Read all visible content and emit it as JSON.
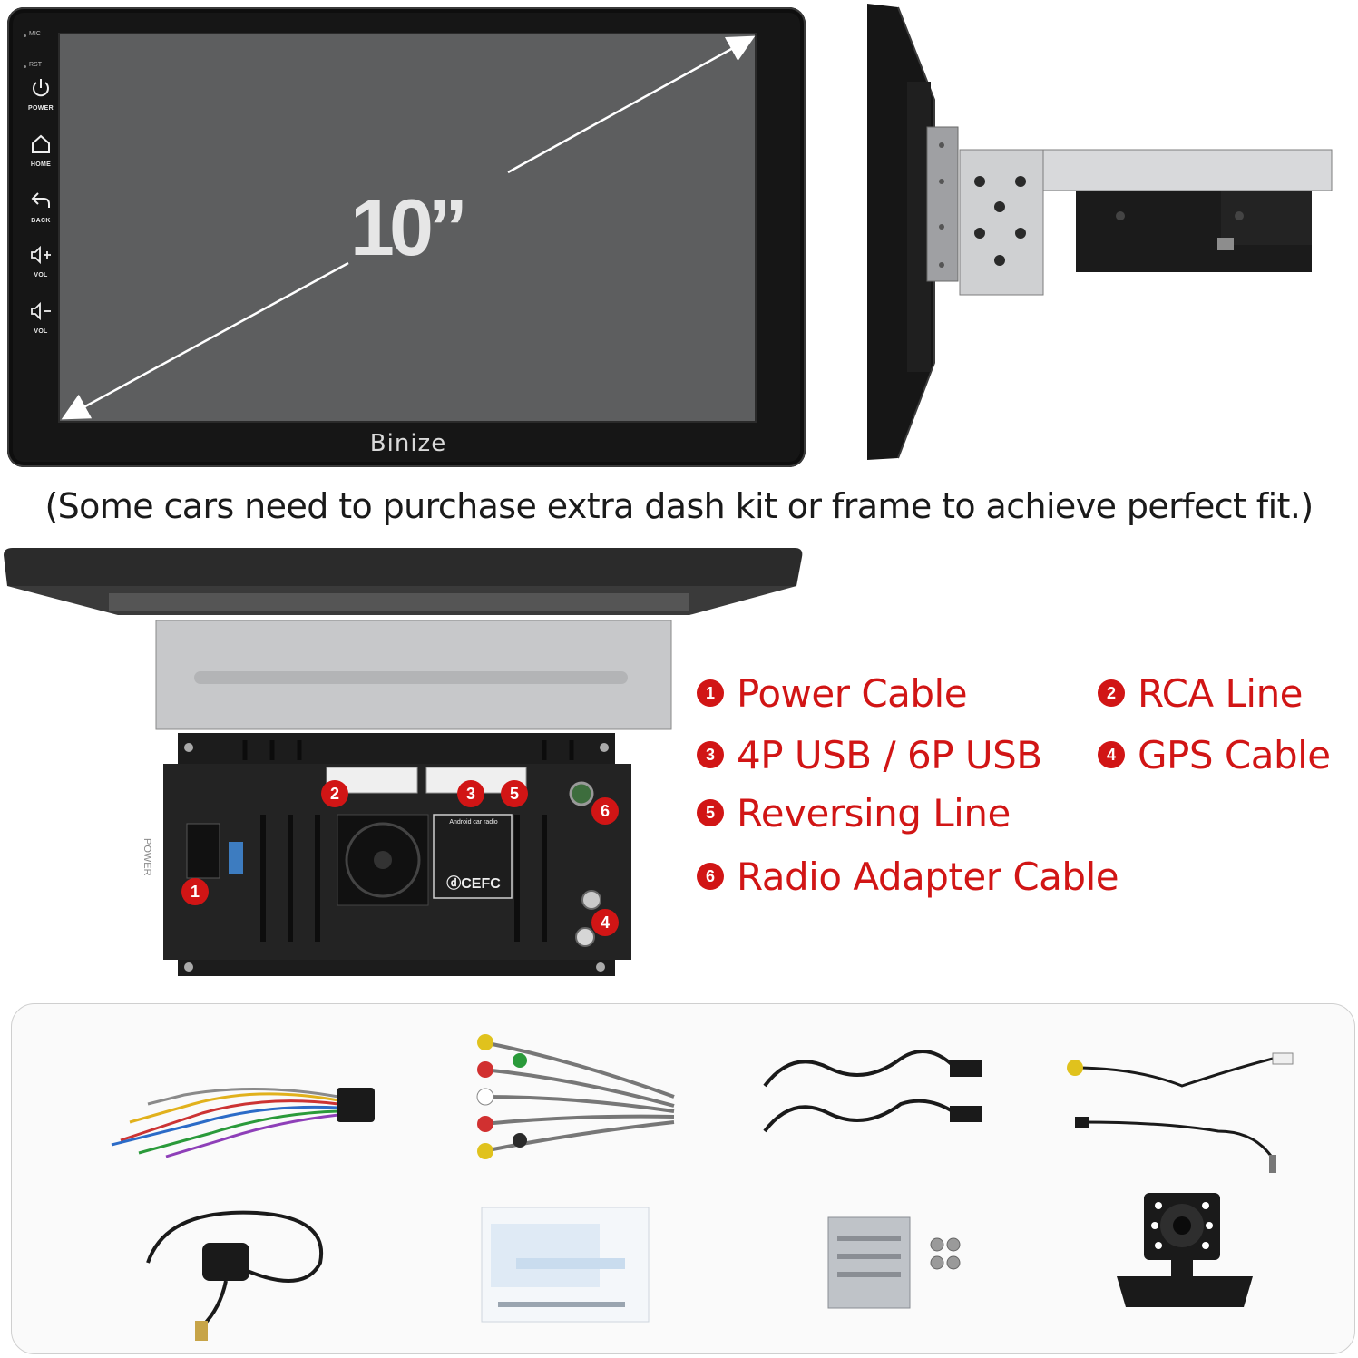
{
  "front": {
    "mic_label": "MIC",
    "rst_label": "RST",
    "buttons": [
      {
        "icon": "power-icon",
        "label": "POWER"
      },
      {
        "icon": "home-icon",
        "label": "HOME"
      },
      {
        "icon": "back-icon",
        "label": "BACK"
      },
      {
        "icon": "volume-up-icon",
        "label": "VOL"
      },
      {
        "icon": "volume-down-icon",
        "label": "VOL"
      }
    ],
    "screen_size": "10”",
    "brand": "Binize"
  },
  "caption": "(Some cars need to purchase extra dash kit or frame to achieve perfect fit.)",
  "rear": {
    "markers": [
      "1",
      "2",
      "3",
      "4",
      "5",
      "6"
    ],
    "sticker_title": "Android car radio",
    "sticker_marks": "ⓓCEFC",
    "power_label": "POWER"
  },
  "legend": [
    {
      "num": "1",
      "text": "Power Cable"
    },
    {
      "num": "2",
      "text": "RCA Line"
    },
    {
      "num": "3",
      "text": "4P USB / 6P USB"
    },
    {
      "num": "4",
      "text": "GPS Cable"
    },
    {
      "num": "5",
      "text": "Reversing Line"
    },
    {
      "num": "6",
      "text": "Radio Adapter Cable"
    }
  ],
  "accent_color": "#d11515",
  "package": {
    "items": [
      {
        "icon": "power-harness-icon"
      },
      {
        "icon": "rca-cable-icon"
      },
      {
        "icon": "usb-cables-icon"
      },
      {
        "icon": "reversing-antenna-cables-icon"
      },
      {
        "icon": "gps-antenna-icon"
      },
      {
        "icon": "manual-icon"
      },
      {
        "icon": "mounting-brackets-screws-icon"
      },
      {
        "icon": "backup-camera-icon"
      }
    ]
  }
}
